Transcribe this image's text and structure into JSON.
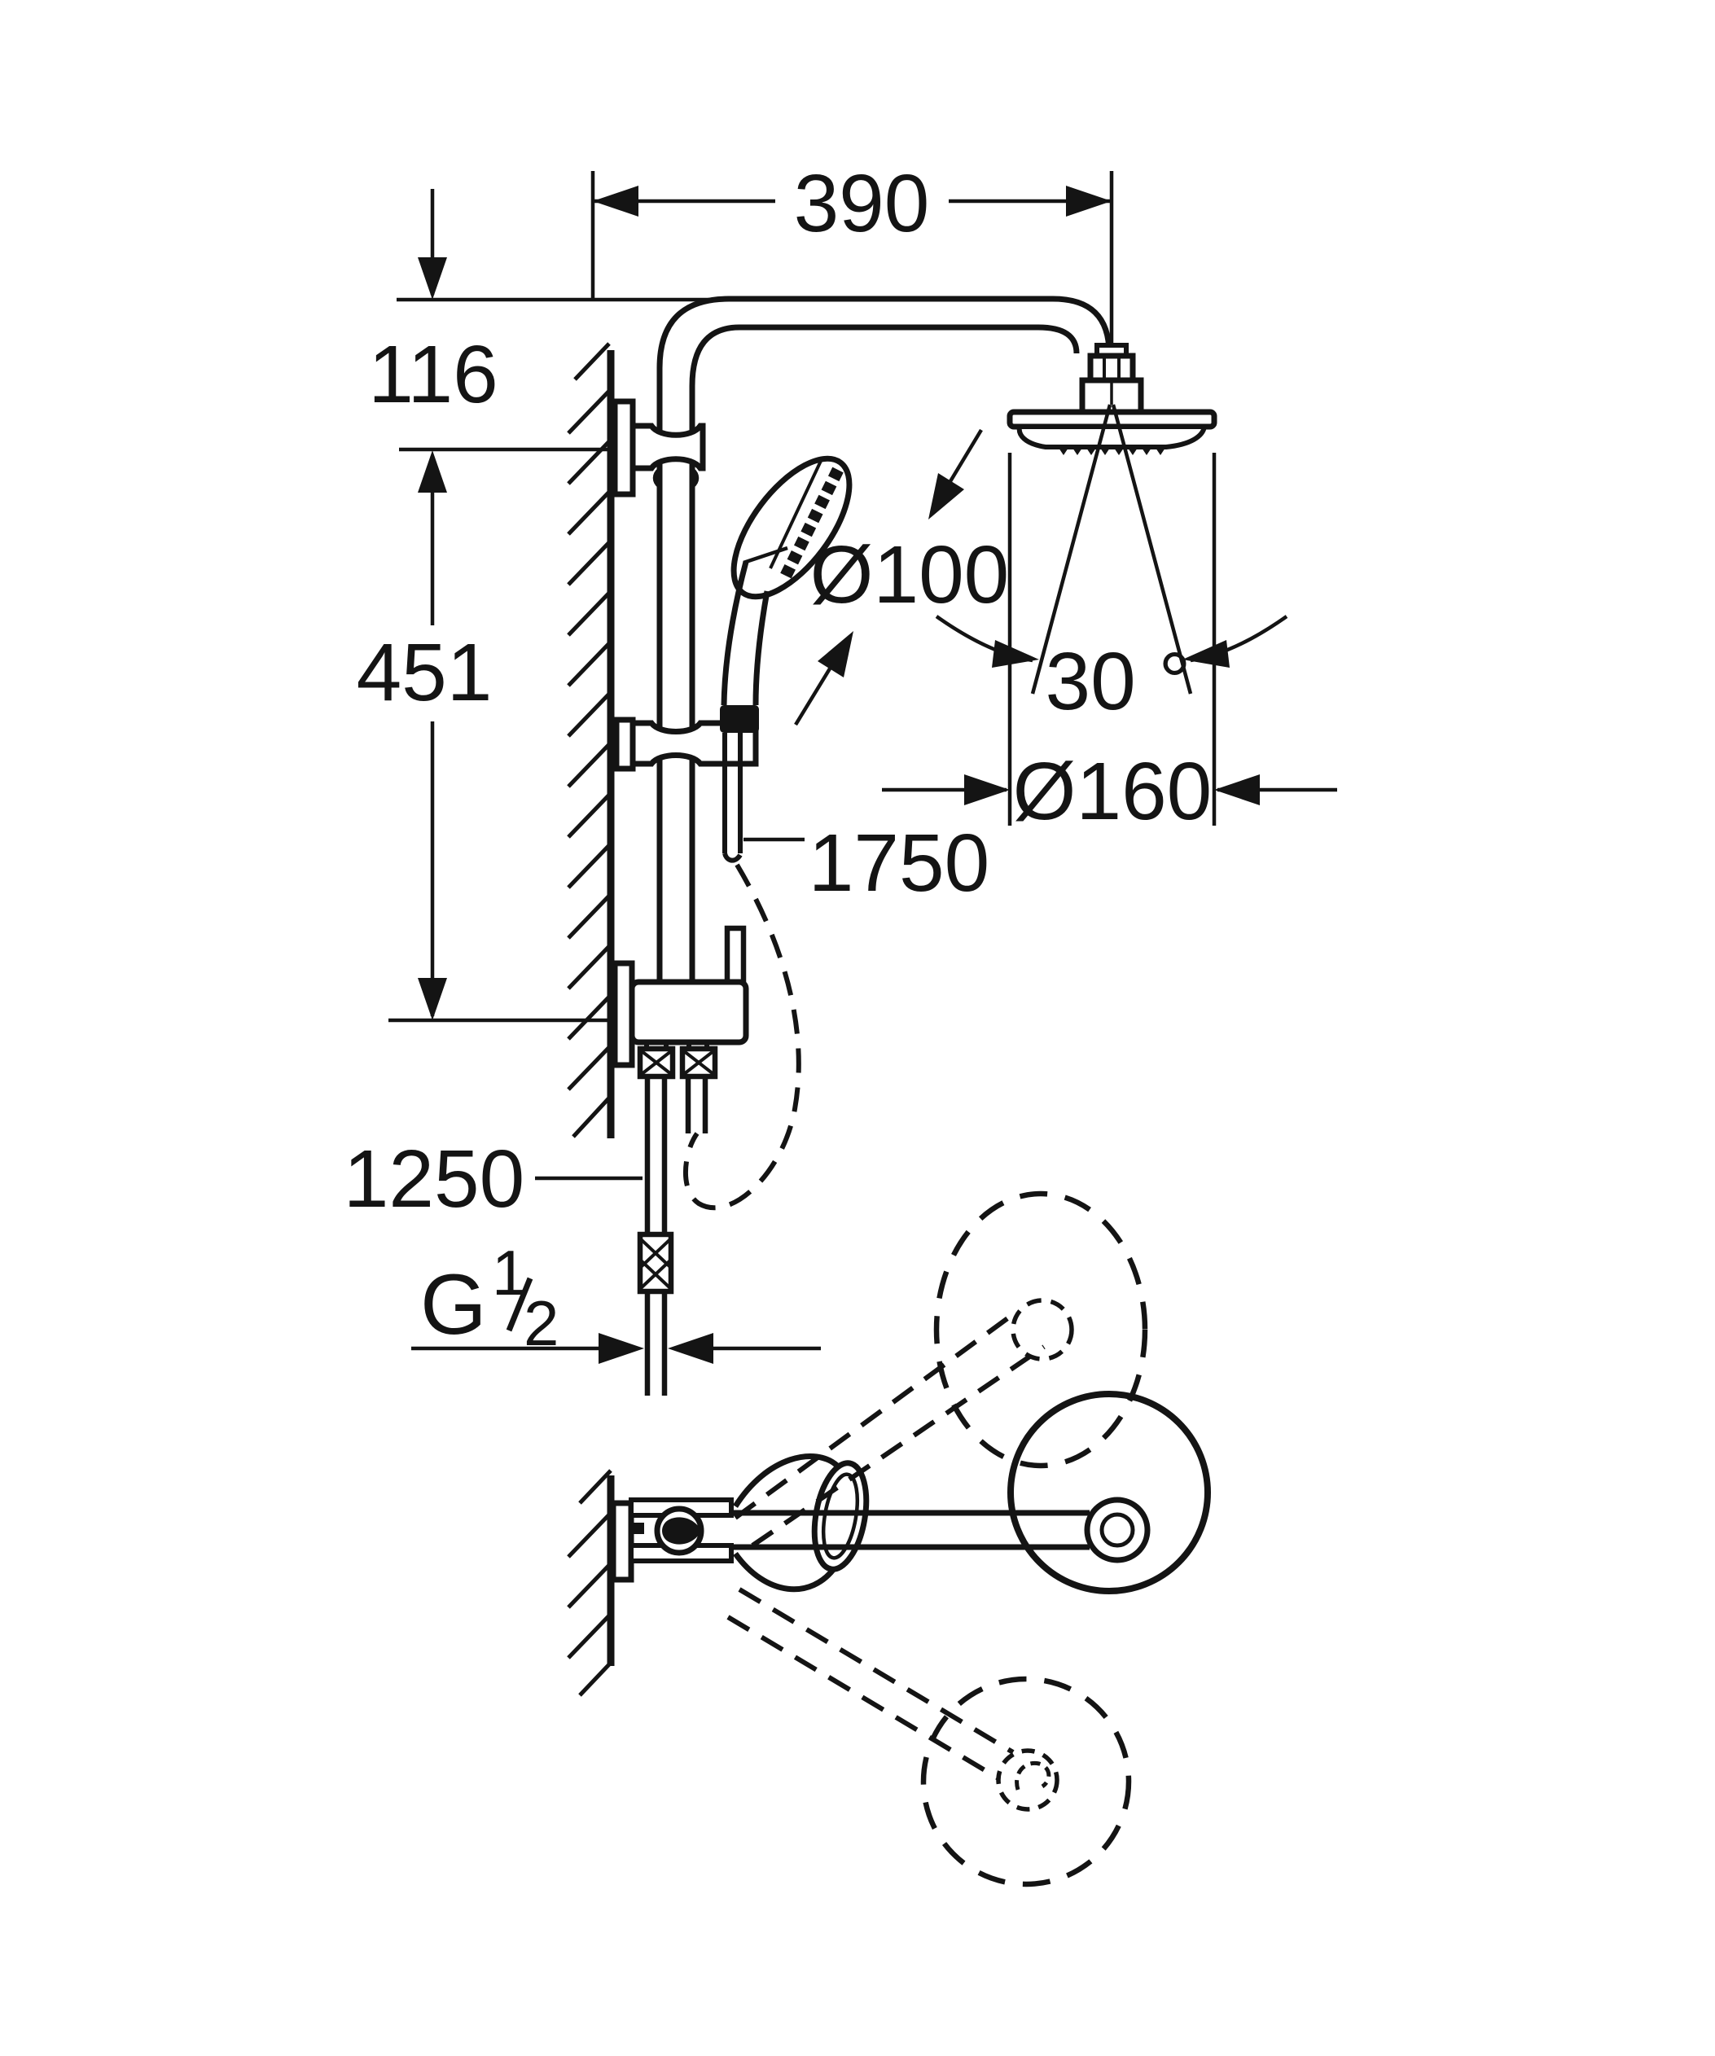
{
  "drawing": {
    "title": "shower-system-dimension-drawing",
    "units": "mm",
    "views": {
      "front": "wall-mounted shower column with head shower, hand shower and supply connection",
      "plan": "top view of swivelling shower arm with rotated positions shown dashed"
    },
    "dimensions": {
      "arm_width": "390",
      "top_offset": "116",
      "rail_span": "451",
      "hand_shower_diameter": "Ø100",
      "spray_angle": "30 °",
      "head_shower_diameter": "Ø160",
      "shower_hose_length": "1750",
      "supply_hose_length": "1250",
      "thread": {
        "letter": "G",
        "numerator": "1",
        "denominator": "2"
      }
    },
    "colors": {
      "line": "#141414",
      "background": "#ffffff"
    }
  }
}
